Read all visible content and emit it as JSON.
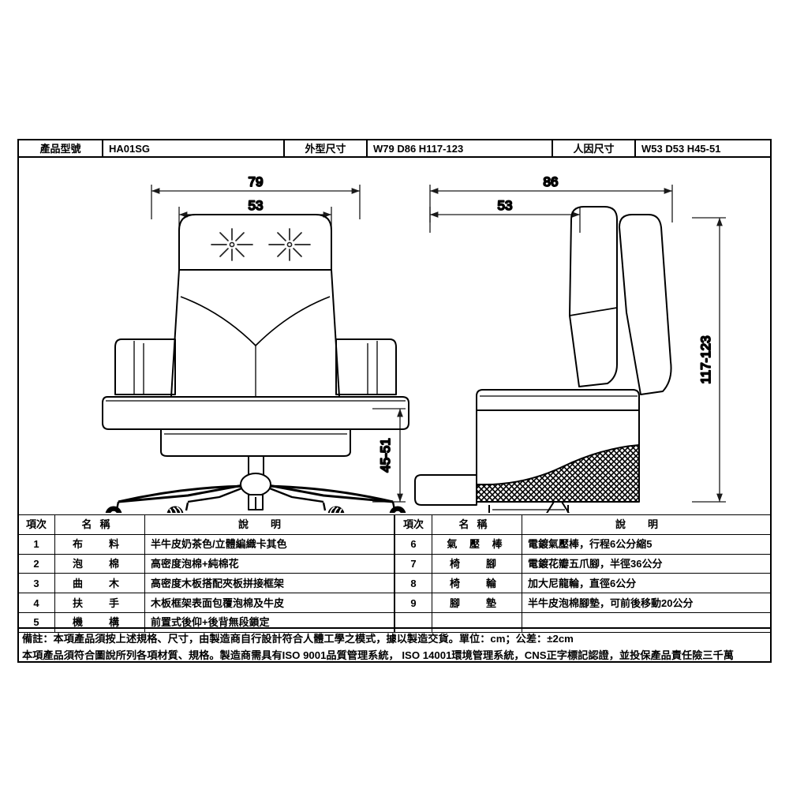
{
  "header": {
    "model_label": "產品型號",
    "model_value": "HA01SG",
    "outer_label": "外型尺寸",
    "outer_value": "W79 D86 H117-123",
    "ergo_label": "人因尺寸",
    "ergo_value": "W53 D53 H45-51"
  },
  "dimensions": {
    "front_overall_width": "79",
    "front_inner_width": "53",
    "side_overall_depth": "86",
    "side_inner_depth": "53",
    "total_height": "117-123",
    "seat_height": "45-51"
  },
  "spec_table": {
    "columns": {
      "index": "項次",
      "name": "名　稱",
      "desc": "說　　明"
    },
    "name_header_chars": [
      "名",
      "稱"
    ],
    "desc_header_chars": [
      "說",
      "明"
    ],
    "left_rows": [
      {
        "index": "1",
        "name": "布　料",
        "desc": "半牛皮奶茶色/立體編織卡其色"
      },
      {
        "index": "2",
        "name": "泡　棉",
        "desc": "高密度泡棉+純棉花"
      },
      {
        "index": "3",
        "name": "曲　木",
        "desc": "高密度木板搭配夾板拼接框架"
      },
      {
        "index": "4",
        "name": "扶　手",
        "desc": "木板框架表面包覆泡棉及牛皮"
      },
      {
        "index": "5",
        "name": "機　構",
        "desc": "前置式後仰+後背無段鎖定"
      }
    ],
    "right_rows": [
      {
        "index": "6",
        "name": "氣 壓 棒",
        "desc": "電鍍氣壓棒，行程6公分縮5"
      },
      {
        "index": "7",
        "name": "椅　腳",
        "desc": "電鍍花瓣五爪腳，半徑36公分"
      },
      {
        "index": "8",
        "name": "椅　輪",
        "desc": "加大尼龍輪，直徑6公分"
      },
      {
        "index": "9",
        "name": "腳　墊",
        "desc": "半牛皮泡棉腳墊，可前後移動20公分"
      },
      {
        "index": "",
        "name": "",
        "desc": ""
      }
    ]
  },
  "remarks": {
    "line1": "備註：本項產品須按上述規格、尺寸，由製造商自行設計符合人體工學之模式，據以製造交貨。單位：cm；公差：±2cm",
    "line2": "本項產品須符合圖說所列各項材質、規格。製造商需具有ISO 9001品質管理系統， ISO 14001環境管理系統，CNS正字標記認證，並投保產品責任險三千萬"
  },
  "colors": {
    "line": "#000000",
    "dim_line": "#1a1a1a",
    "background": "#ffffff"
  }
}
